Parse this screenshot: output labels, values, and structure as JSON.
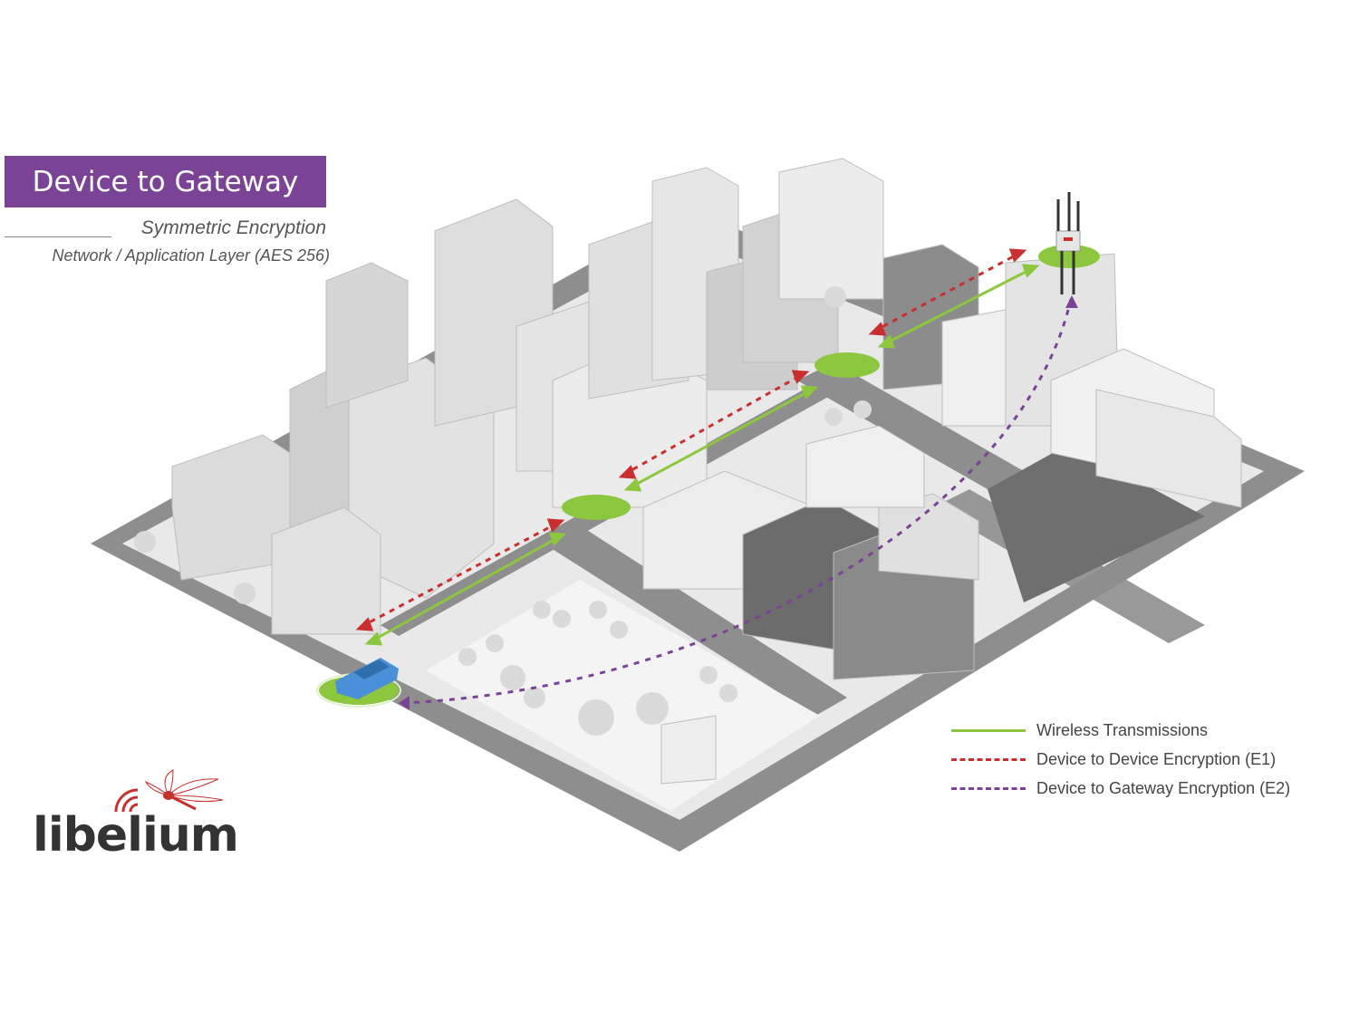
{
  "header": {
    "title": "Device to Gateway",
    "subtitle": "Symmetric Encryption",
    "subtitle2": "Network  / Application Layer (AES 256)"
  },
  "legend": [
    {
      "label": "Wireless Transmissions",
      "style": "solid",
      "color": "#8dc63f"
    },
    {
      "label": "Device to Device Encryption (E1)",
      "style": "dashed",
      "color": "#c8302f"
    },
    {
      "label": "Device to Gateway Encryption (E2)",
      "style": "dashed",
      "color": "#7b4396"
    }
  ],
  "brand": {
    "name": "libelium",
    "accent": "#c8302f",
    "title_bg": "#7b4396"
  },
  "icons": [
    "dragonfly-icon",
    "signal-waves-icon",
    "gateway-icon",
    "car-icon",
    "antenna-icon"
  ]
}
